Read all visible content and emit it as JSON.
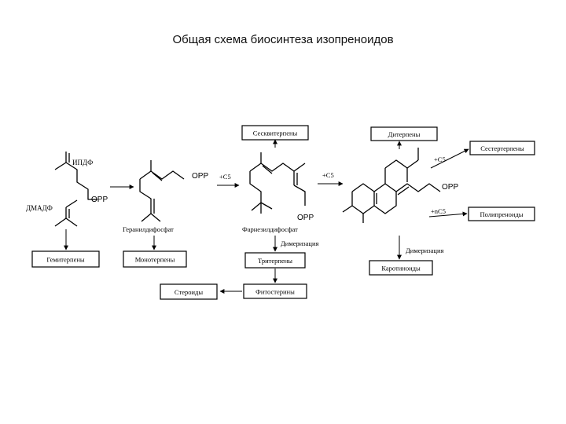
{
  "title": "Общая схема биосинтеза изопреноидов",
  "molecules": {
    "ipp": "ИПДФ",
    "dmapp": "ДМАДФ",
    "geranyl": "Геранилдифосфат",
    "farnesyl": "Фарнезилдифосфат"
  },
  "opp": "OPP",
  "steps": {
    "plus_c5": "+C5",
    "plus_n_c5": "+nC5",
    "dimerization": "Димеризация"
  },
  "products": {
    "hemiterpenes": "Гемитерпены",
    "monoterpenes": "Монотерпены",
    "sesquiterpenes": "Сесквитерпены",
    "triterpenes": "Тритерпены",
    "phytosterols": "Фитостерины",
    "steroids": "Стероиды",
    "diterpenes": "Дитерпены",
    "sesterterpenes": "Сестертерпены",
    "polyprenoids": "Полипреноиды",
    "carotenoids": "Каротиноиды"
  },
  "colors": {
    "line": "#000000",
    "background": "#ffffff"
  }
}
